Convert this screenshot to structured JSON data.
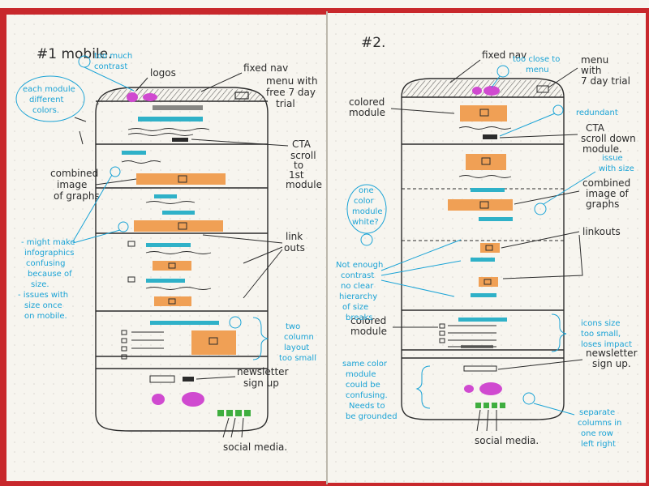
{
  "colors": {
    "binding": "#c8282c",
    "paper": "#f7f5ef",
    "dot_grid": "#d9d6cf",
    "ink": "#2b2b2b",
    "note_blue": "#1aa3d6",
    "cyan_marker": "#2fb1c8",
    "orange_marker": "#f0a055",
    "magenta_marker": "#d04ad0",
    "green_marker": "#3fae3f"
  },
  "left_page": {
    "title": "#1 mobile.",
    "labels": {
      "logos": "logos",
      "fixed_nav": [
        "fixed nav",
        "menu with",
        "free 7 day",
        "trial"
      ],
      "cta": [
        "CTA",
        "scroll",
        "to",
        "1st",
        "module"
      ],
      "combined": [
        "combined",
        "image",
        "of graphs"
      ],
      "link_outs": [
        "link",
        "outs"
      ],
      "newsletter": [
        "newsletter",
        "sign up"
      ],
      "social": "social media."
    },
    "notes": {
      "too_much_contrast": [
        "too much",
        "contrast"
      ],
      "module_colors": [
        "each module",
        "different",
        "colors."
      ],
      "infographics": [
        "- might make",
        "infographics",
        "confusing",
        "because of",
        "size.",
        "- issues with",
        "size once",
        "on mobile."
      ],
      "two_column": [
        "two",
        "column",
        "layout",
        "too small"
      ]
    }
  },
  "right_page": {
    "title": "#2.",
    "labels": {
      "fixed_nav": "fixed nav",
      "menu": [
        "menu",
        "with",
        "7 day trial"
      ],
      "colored_top": [
        "colored",
        "module"
      ],
      "cta": [
        "CTA",
        "scroll down",
        "module."
      ],
      "combined": [
        "combined",
        "image of",
        "graphs"
      ],
      "link_outs": "linkouts",
      "colored_mid": [
        "colored",
        "module"
      ],
      "newsletter": [
        "newsletter",
        "sign up."
      ],
      "social": "social media."
    },
    "notes": {
      "too_close": [
        "too close to",
        "menu"
      ],
      "redundant": "redundant",
      "issue": [
        "issue",
        "with size"
      ],
      "one_color": [
        "one",
        "color",
        "module",
        "white?"
      ],
      "not_enough": [
        "Not enough",
        "contrast",
        "no clear",
        "hierarchy",
        "of size",
        "breaks"
      ],
      "icons_size": [
        "icons size",
        "too small,",
        "loses impact"
      ],
      "same_color": [
        "same color",
        "module",
        "could be",
        "confusing.",
        "Needs to",
        "be grounded"
      ],
      "separate": [
        "separate",
        "columns in",
        "one row",
        "left right"
      ]
    }
  }
}
